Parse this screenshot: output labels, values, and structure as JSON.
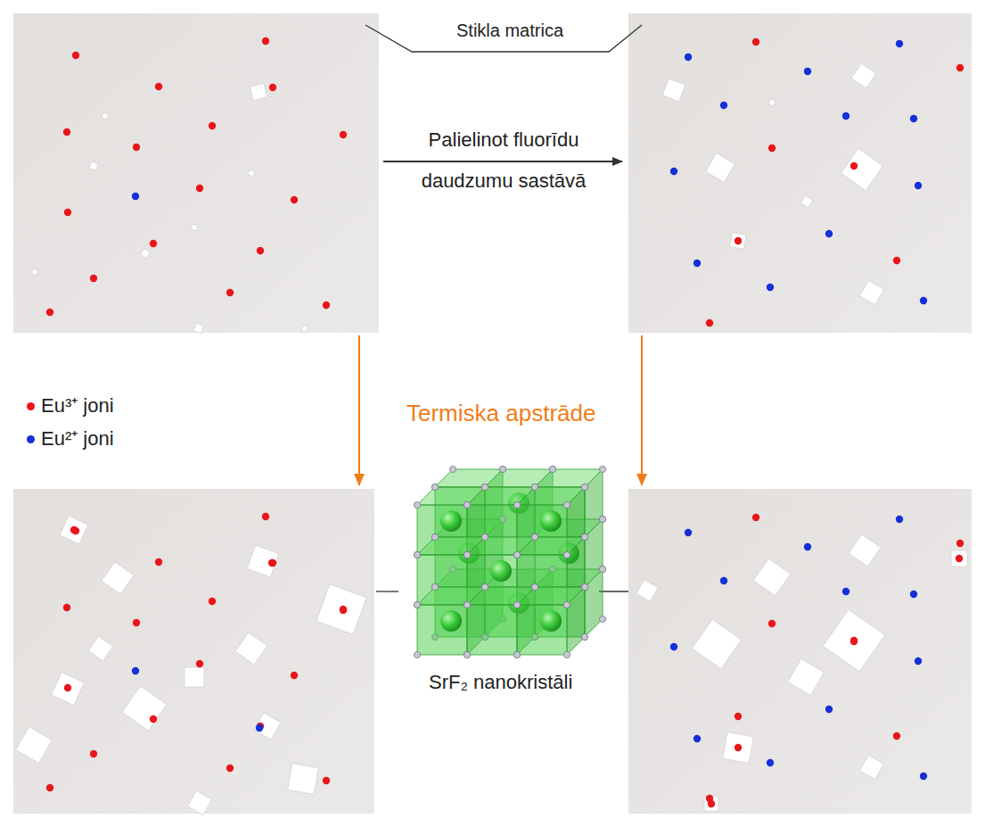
{
  "diagram": {
    "labels": [
      "Stikla matrica",
      "Palielinot fluorīdu daudzumu sastāvā",
      "Termiska apstrāde",
      "SrF₂ nanokristāli"
    ],
    "legend": [
      {
        "text": "Eu³⁺ joni",
        "color": "#e8161b"
      },
      {
        "text": "Eu²⁺ joni",
        "color": "#1530d8"
      }
    ]
  }
}
